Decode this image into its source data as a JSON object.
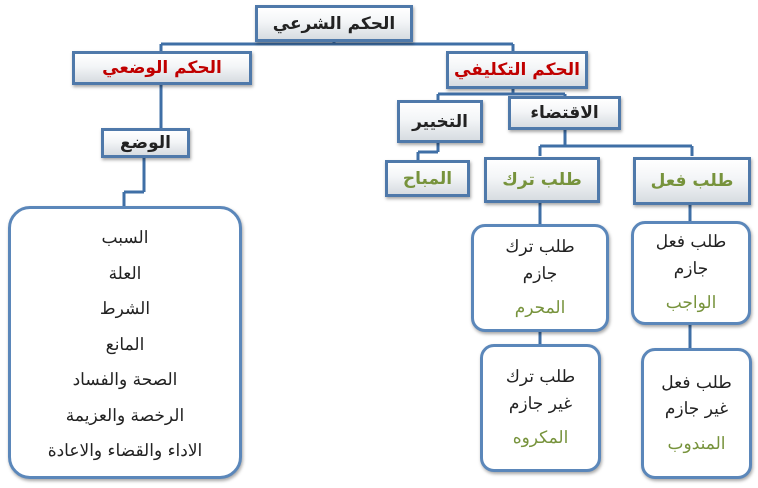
{
  "root": {
    "label": "الحكم الشرعي"
  },
  "wadei": {
    "label": "الحكم الوضعي",
    "child": "الوضع",
    "items": [
      "السبب",
      "العلة",
      "الشرط",
      "المانع",
      "الصحة والفساد",
      "الرخصة والعزيمة",
      "الاداء والقضاء والاعادة"
    ]
  },
  "taklifi": {
    "label": "الحكم التكليفي",
    "takhyir": {
      "label": "التخيير",
      "result": "المباح"
    },
    "iqtida": {
      "label": "الاقتضاء",
      "talab_tark": {
        "label": "طلب ترك",
        "jazim": {
          "line1": "طلب ترك",
          "line2": "جازم",
          "result": "المحرم"
        },
        "ghayr_jazim": {
          "line1": "طلب ترك",
          "line2": "غير جازم",
          "result": "المكروه"
        }
      },
      "talab_fi3l": {
        "label": "طلب فعل",
        "jazim": {
          "line1": "طلب فعل",
          "line2": "جازم",
          "result": "الواجب"
        },
        "ghayr_jazim": {
          "line1": "طلب فعل",
          "line2": "غير جازم",
          "result": "المندوب"
        }
      }
    }
  }
}
